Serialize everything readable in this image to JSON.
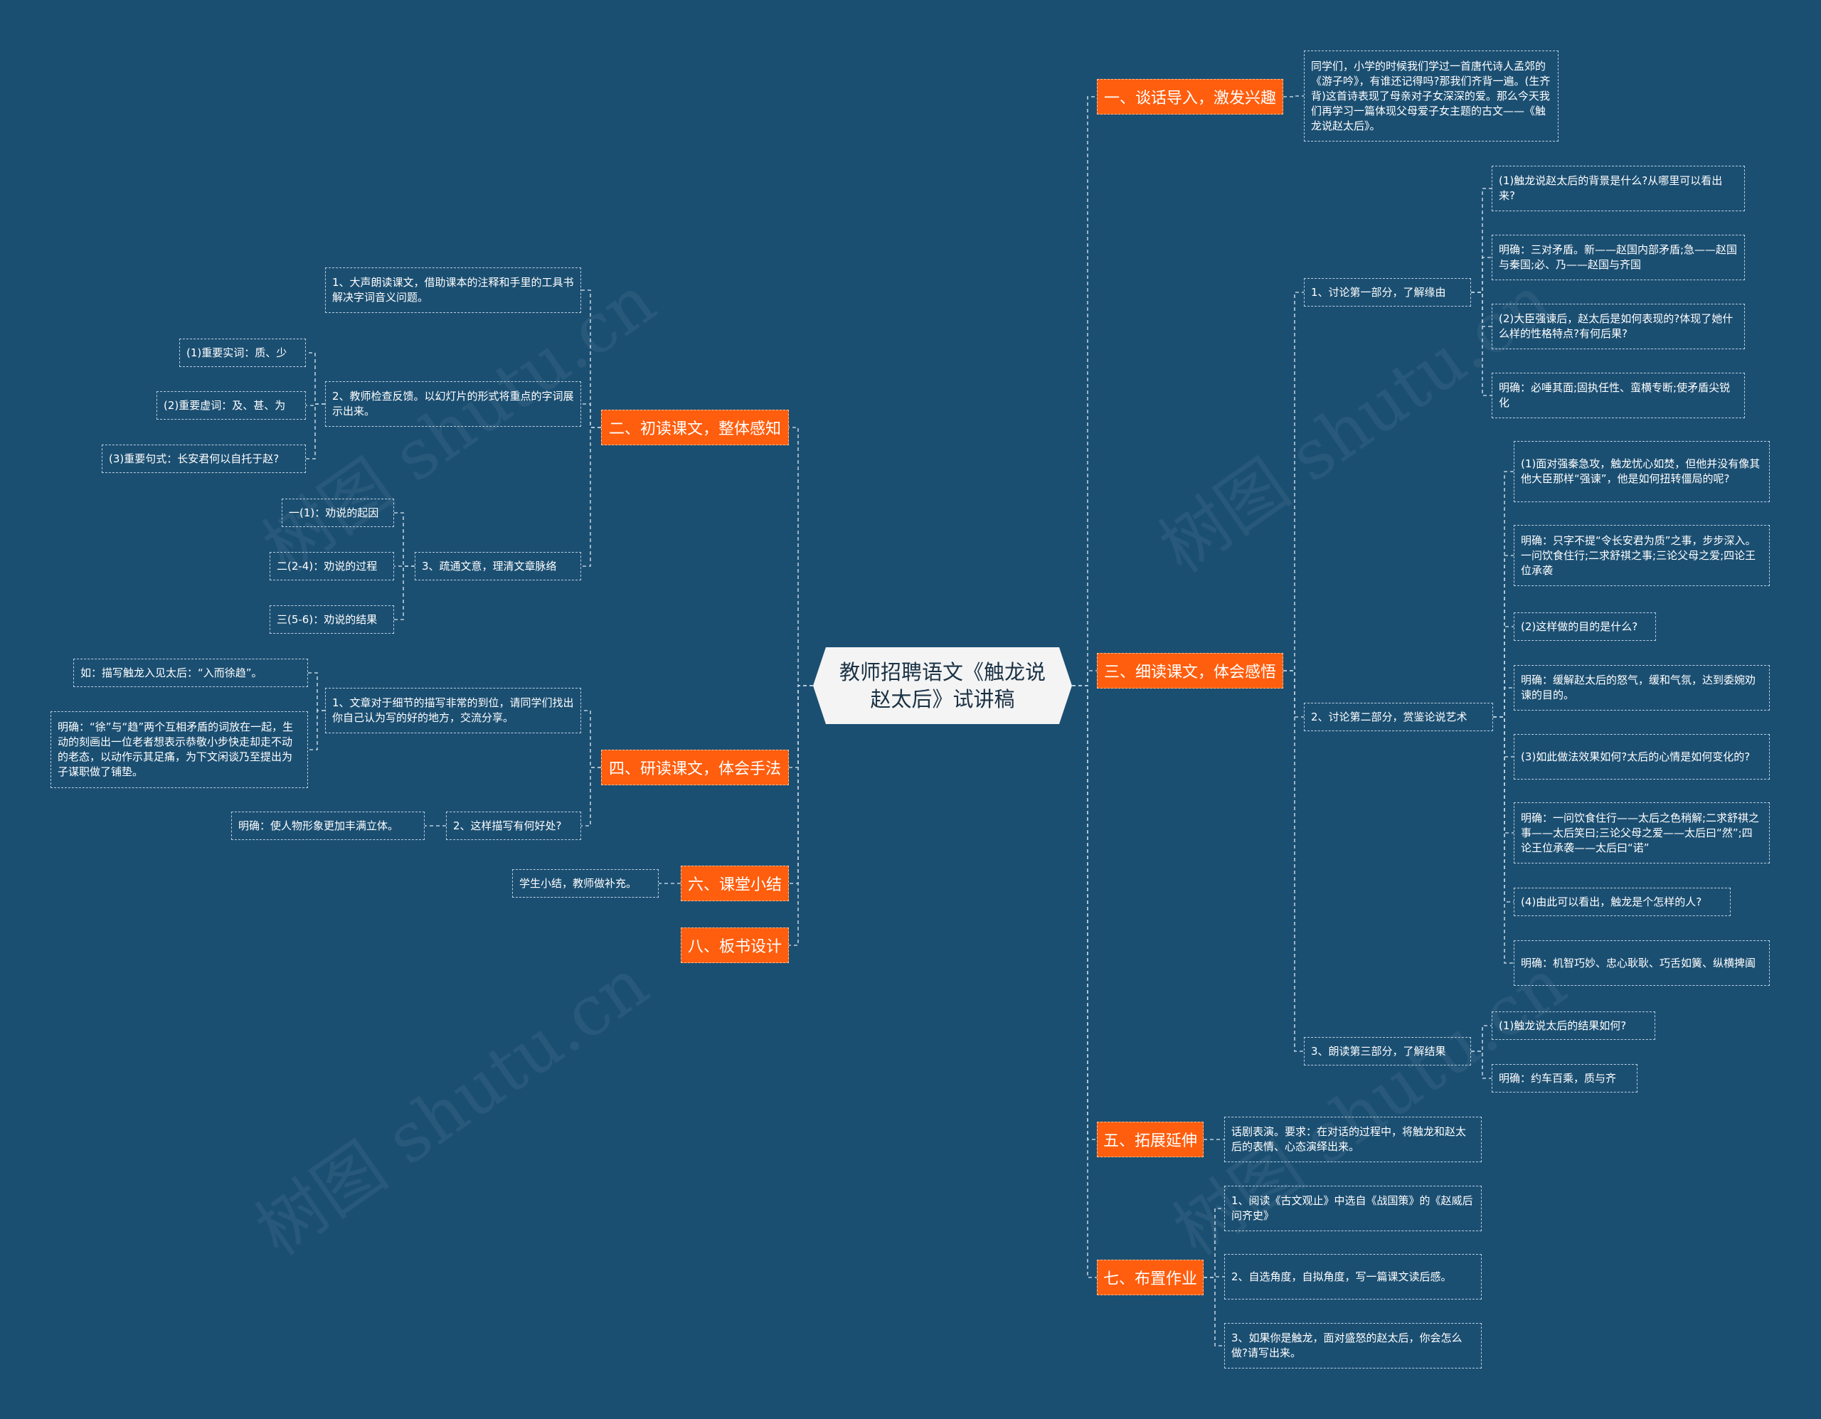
{
  "root": "教师招聘语文《触龙说赵太后》试讲稿",
  "watermark": "树图 shutu.cn",
  "colors": {
    "background": "#1b4f72",
    "accent": "#ff5e0e",
    "root_bg": "#f4f4f4",
    "line": "#b9cedd"
  },
  "right": {
    "s1": {
      "title": "一、谈话导入，激发兴趣",
      "text": "同学们，小学的时候我们学过一首唐代诗人孟郊的《游子吟》，有谁还记得吗?那我们齐背一遍。(生齐背)这首诗表现了母亲对子女深深的爱。那么今天我们再学习一篇体现父母爱子女主题的古文——《触龙说赵太后》。"
    },
    "s3": {
      "title": "三、细读课文，体会感悟",
      "p1": {
        "title": "1、讨论第一部分，了解缘由",
        "items": [
          "(1)触龙说赵太后的背景是什么?从哪里可以看出来?",
          "明确：三对矛盾。新——赵国内部矛盾;急——赵国与秦国;必、乃——赵国与齐国",
          "(2)大臣强谏后，赵太后是如何表现的?体现了她什么样的性格特点?有何后果?",
          "明确：必唾其面;固执任性、蛮横专断;使矛盾尖锐化"
        ]
      },
      "p2": {
        "title": "2、讨论第二部分，赏鉴论说艺术",
        "items": [
          "(1)面对强秦急攻，触龙忧心如焚，但他并没有像其他大臣那样“强谏”，他是如何扭转僵局的呢?",
          "明确：只字不提“令长安君为质”之事，步步深入。一问饮食住行;二求舒祺之事;三论父母之爱;四论王位承袭",
          "(2)这样做的目的是什么?",
          "明确：缓解赵太后的怒气，缓和气氛，达到委婉劝谏的目的。",
          "(3)如此做法效果如何?太后的心情是如何变化的?",
          "明确：一问饮食住行——太后之色稍解;二求舒祺之事——太后笑曰;三论父母之爱——太后曰“然”;四论王位承袭——太后曰“诺”",
          "(4)由此可以看出，触龙是个怎样的人?",
          "明确：机智巧妙、忠心耿耿、巧舌如簧、纵横捭阖"
        ]
      },
      "p3": {
        "title": "3、朗读第三部分，了解结果",
        "items": [
          "(1)触龙说太后的结果如何?",
          "明确：约车百乘，质与齐"
        ]
      }
    },
    "s5": {
      "title": "五、拓展延伸",
      "text": "话剧表演。要求：在对话的过程中，将触龙和赵太后的表情、心态演绎出来。"
    },
    "s7": {
      "title": "七、布置作业",
      "items": [
        "1、阅读《古文观止》中选自《战国策》的《赵威后问齐史》",
        "2、自选角度，自拟角度，写一篇课文读后感。",
        "3、如果你是触龙，面对盛怒的赵太后，你会怎么做?请写出来。"
      ]
    }
  },
  "left": {
    "s2": {
      "title": "二、初读课文，整体感知",
      "c1": "1、大声朗读课文，借助课本的注释和手里的工具书解决字词音义问题。",
      "c2": {
        "text": "2、教师检查反馈。以幻灯片的形式将重点的字词展示出来。",
        "items": [
          "(1)重要实词：质、少",
          "(2)重要虚词：及、甚、为",
          "(3)重要句式：长安君何以自托于赵?"
        ]
      },
      "c3": {
        "text": "3、疏通文意，理清文章脉络",
        "items": [
          "一(1)：劝说的起因",
          "二(2-4)：劝说的过程",
          "三(5-6)：劝说的结果"
        ]
      }
    },
    "s4": {
      "title": "四、研读课文，体会手法",
      "c1": {
        "text": "1、文章对于细节的描写非常的到位，请同学们找出你自己认为写的好的地方，交流分享。",
        "items": [
          "如：描写触龙入见太后：“入而徐趋”。",
          "明确：“徐”与“趋”两个互相矛盾的词放在一起，生动的刻画出一位老者想表示恭敬小步快走却走不动的老态，以动作示其足痛，为下文闲谈乃至提出为子谋职做了铺垫。"
        ]
      },
      "c2": {
        "text": "2、这样描写有何好处?",
        "items": [
          "明确：使人物形象更加丰满立体。"
        ]
      }
    },
    "s6": {
      "title": "六、课堂小结",
      "text": "学生小结，教师做补充。"
    },
    "s8": {
      "title": "八、板书设计"
    }
  }
}
